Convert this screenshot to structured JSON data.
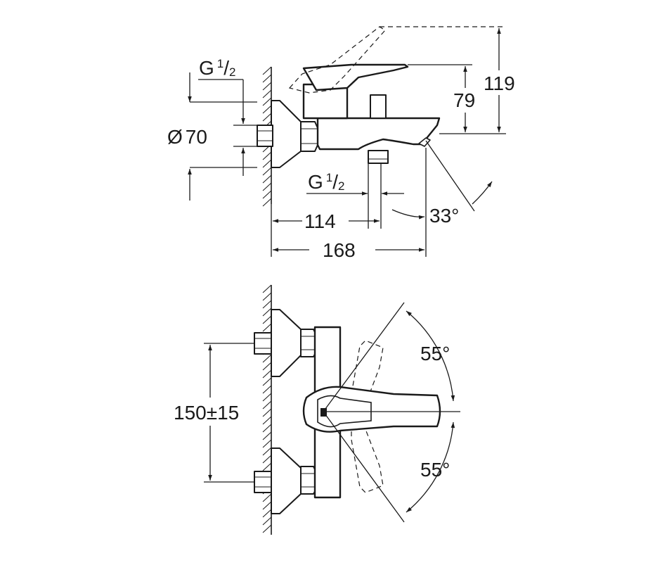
{
  "side_view": {
    "thread_top": {
      "base": "G",
      "num": "1",
      "den": "2"
    },
    "diameter": {
      "symbol": "Ø",
      "value": "70"
    },
    "thread_bottom": {
      "base": "G",
      "num": "1",
      "den": "2"
    },
    "dim_114": "114",
    "dim_168": "168",
    "dim_79": "79",
    "dim_119": "119",
    "angle_spout": "33°"
  },
  "top_view": {
    "spacing": "150±15",
    "angle_upper": "55°",
    "angle_lower": "55°"
  }
}
